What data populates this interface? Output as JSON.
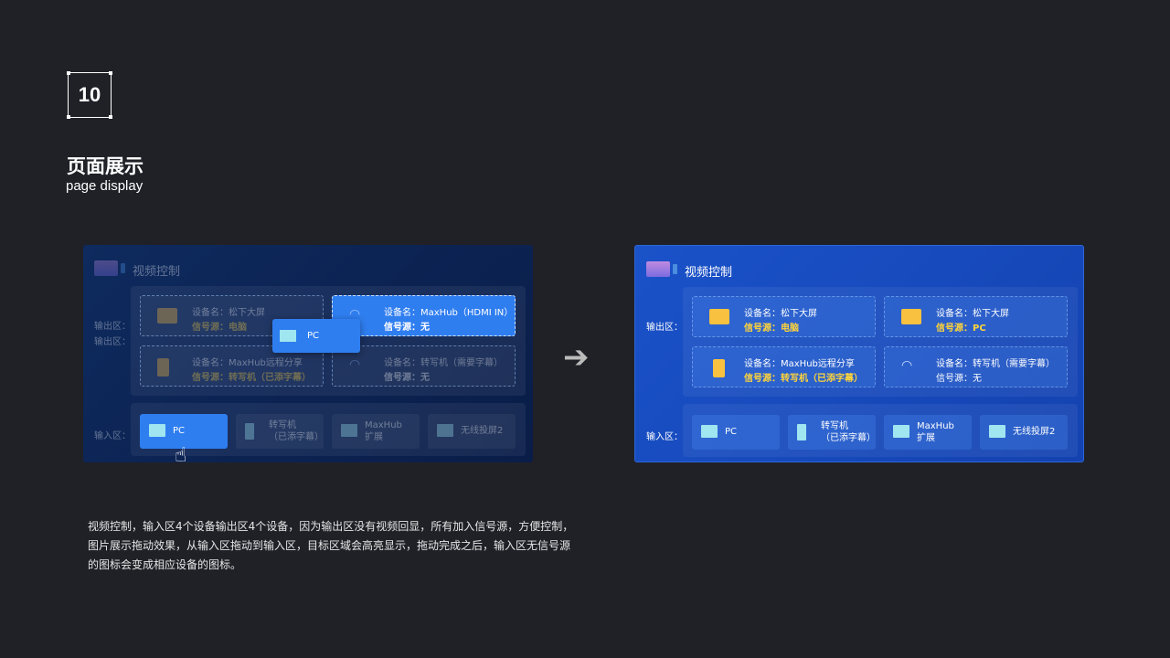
{
  "badge": "10",
  "title": "页面展示",
  "subtitle": "page display",
  "before": {
    "title": "视频控制",
    "output_label": "输出区：",
    "input_label": "输入区：",
    "outputs": [
      {
        "name": "设备名：松下大屏",
        "signal": "信号源：电脑",
        "icon": "monitor-icon"
      },
      {
        "name": "设备名：MaxHub（HDMI  IN）",
        "signal": "信号源：无",
        "icon": "wifi-alert-icon"
      },
      {
        "name": "设备名：MaxHub远程分享",
        "signal": "信号源：转写机（已添字幕）",
        "icon": "pc-tower-icon"
      },
      {
        "name": "设备名：转写机（需要字幕）",
        "signal": "信号源：无",
        "icon": "wifi-alert-icon"
      }
    ],
    "dragging_label": "PC",
    "inputs": [
      {
        "line1": "PC",
        "line2": ""
      },
      {
        "line1": "转写机",
        "line2": "（已添字幕）"
      },
      {
        "line1": "MaxHub",
        "line2": "扩展"
      },
      {
        "line1": "无线投屏2",
        "line2": ""
      }
    ]
  },
  "after": {
    "title": "视频控制",
    "output_label": "输出区：",
    "input_label": "输入区：",
    "outputs": [
      {
        "name": "设备名：松下大屏",
        "signal": "信号源：电脑",
        "icon": "monitor-icon"
      },
      {
        "name": "设备名：松下大屏",
        "signal": "信号源：PC",
        "icon": "monitor-icon"
      },
      {
        "name": "设备名：MaxHub远程分享",
        "signal": "信号源：转写机（已添字幕）",
        "icon": "pc-tower-icon"
      },
      {
        "name": "设备名：转写机（需要字幕）",
        "signal": "信号源：无",
        "icon": "wifi-alert-icon"
      }
    ],
    "inputs": [
      {
        "line1": "PC",
        "line2": ""
      },
      {
        "line1": "转写机",
        "line2": "（已添字幕）"
      },
      {
        "line1": "MaxHub",
        "line2": "扩展"
      },
      {
        "line1": "无线投屏2",
        "line2": ""
      }
    ]
  },
  "description": [
    "视频控制，输入区4个设备输出区4个设备，因为输出区没有视频回显，所有加入信号源，方便控制，",
    "图片展示拖动效果，从输入区拖动到输入区，目标区域会高亮显示，拖动完成之后，输入区无信号源",
    "的图标会变成相应设备的图标。"
  ],
  "colors": {
    "background": "#202127",
    "accent": "#1a52c9",
    "highlight": "#ffd43a"
  }
}
